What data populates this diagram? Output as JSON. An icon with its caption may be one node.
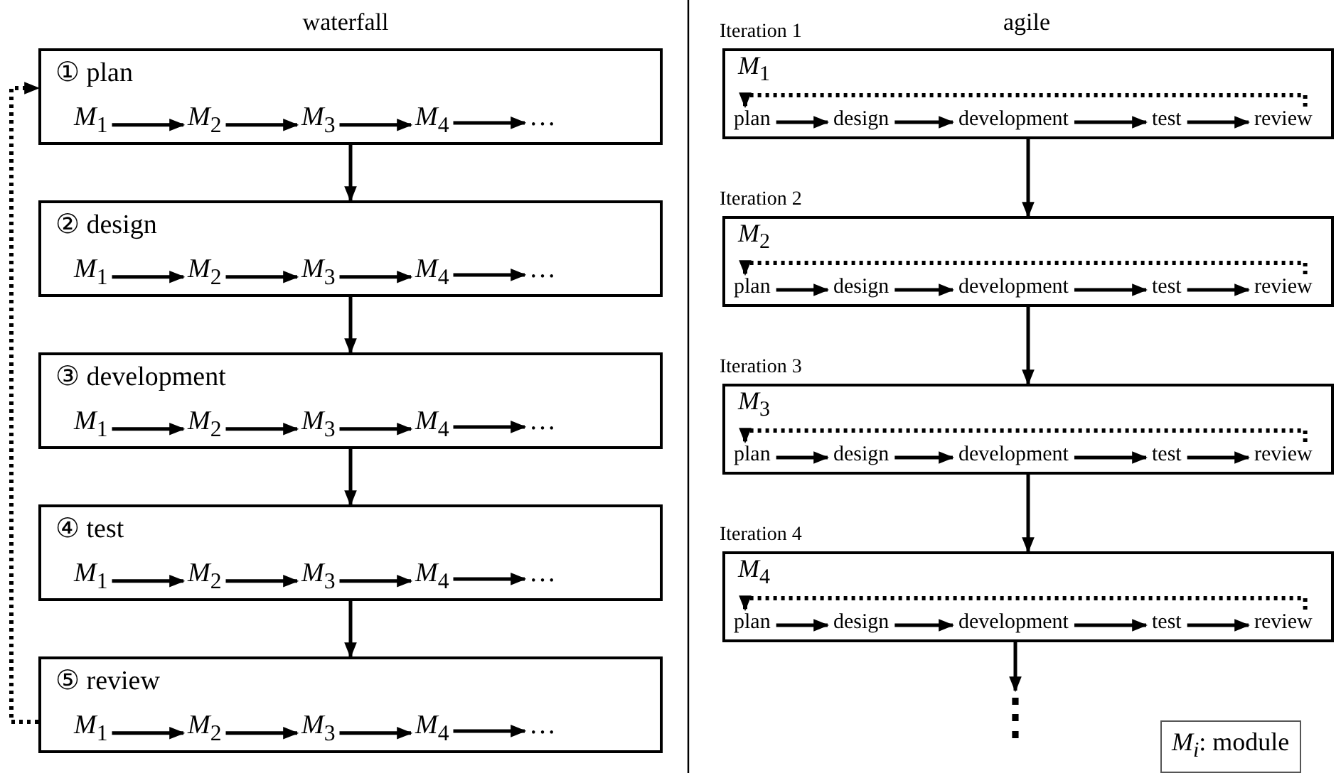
{
  "diagram": {
    "nodes": [
      {
        "text": [
          "① plan"
        ]
      },
      {
        "text": [
          "*M*$_{1}$"
        ],
        "in": 0
      },
      {
        "text": [
          "*M*$_{2}$"
        ],
        "in": 0
      },
      {
        "text": [
          "*M*$_{3}$"
        ],
        "in": 0
      },
      {
        "text": [
          "*M*$_{4}$"
        ],
        "in": 0
      },
      {
        "text": [
          "…"
        ],
        "in": 0
      },
      {
        "text": [
          "② design"
        ]
      },
      {
        "text": [
          "*M*$_{1}$"
        ],
        "in": 6
      },
      {
        "text": [
          "*M*$_{2}$"
        ],
        "in": 6
      },
      {
        "text": [
          "*M*$_{3}$"
        ],
        "in": 6
      },
      {
        "text": [
          "*M*$_{4}$"
        ],
        "in": 6
      },
      {
        "text": [
          "…"
        ],
        "in": 6
      },
      {
        "text": [
          "③ development"
        ]
      },
      {
        "text": [
          "*M*$_{1}$"
        ],
        "in": 12
      },
      {
        "text": [
          "*M*$_{2}$"
        ],
        "in": 12
      },
      {
        "text": [
          "*M*$_{3}$"
        ],
        "in": 12
      },
      {
        "text": [
          "*M*$_{4}$"
        ],
        "in": 12
      },
      {
        "text": [
          "…"
        ],
        "in": 12
      },
      {
        "text": [
          "④ test"
        ]
      },
      {
        "text": [
          "*M*$_{1}$"
        ],
        "in": 18
      },
      {
        "text": [
          "*M*$_{2}$"
        ],
        "in": 18
      },
      {
        "text": [
          "*M*$_{3}$"
        ],
        "in": 18
      },
      {
        "text": [
          "*M*$_{4}$"
        ],
        "in": 18
      },
      {
        "text": [
          "…"
        ],
        "in": 18
      },
      {
        "text": [
          "⑤ review"
        ]
      },
      {
        "text": [
          "*M*$_{1}$"
        ],
        "in": 24
      },
      {
        "text": [
          "*M*$_{2}$"
        ],
        "in": 24
      },
      {
        "text": [
          "*M*$_{3}$"
        ],
        "in": 24
      },
      {
        "text": [
          "*M*$_{4}$"
        ],
        "in": 24
      },
      {
        "text": [
          "…"
        ],
        "in": 24
      },
      {
        "text": [
          "Iteration 1",
          "*M*$_{1}$"
        ]
      },
      {
        "text": [
          "plan"
        ],
        "in": 30
      },
      {
        "text": [
          "design"
        ],
        "in": 30
      },
      {
        "text": [
          "development"
        ],
        "in": 30
      },
      {
        "text": [
          "test"
        ],
        "in": 30
      },
      {
        "text": [
          "review"
        ],
        "in": 30
      },
      {
        "text": [
          "Iteration 2",
          "*M*$_{2}$"
        ]
      },
      {
        "text": [
          "plan"
        ],
        "in": 36
      },
      {
        "text": [
          "design"
        ],
        "in": 36
      },
      {
        "text": [
          "development"
        ],
        "in": 36
      },
      {
        "text": [
          "test"
        ],
        "in": 36
      },
      {
        "text": [
          "review"
        ],
        "in": 36
      },
      {
        "text": [
          "Iteration 3",
          "*M*$_{3}$"
        ]
      },
      {
        "text": [
          "plan"
        ],
        "in": 42
      },
      {
        "text": [
          "design"
        ],
        "in": 42
      },
      {
        "text": [
          "development"
        ],
        "in": 42
      },
      {
        "text": [
          "test"
        ],
        "in": 42
      },
      {
        "text": [
          "review"
        ],
        "in": 42
      },
      {
        "text": [
          "Iteration 4",
          "*M*$_{4}$"
        ]
      },
      {
        "text": [
          "plan"
        ],
        "in": 48
      },
      {
        "text": [
          "design"
        ],
        "in": 48
      },
      {
        "text": [
          "development"
        ],
        "in": 48
      },
      {
        "text": [
          "test"
        ],
        "in": 48
      },
      {
        "text": [
          "review"
        ],
        "in": 48
      },
      {
        "text": [
          "⋮"
        ]
      },
      {
        "text": [
          "*M*$_{i}$: module"
        ]
      }
    ],
    "edges": [
      {
        "from": 1,
        "to": 2,
        "arrow": "to"
      },
      {
        "from": 2,
        "to": 3,
        "arrow": "to"
      },
      {
        "from": 3,
        "to": 4,
        "arrow": "to"
      },
      {
        "from": 4,
        "to": 5,
        "arrow": "to"
      },
      {
        "from": 7,
        "to": 8,
        "arrow": "to"
      },
      {
        "from": 8,
        "to": 9,
        "arrow": "to"
      },
      {
        "from": 9,
        "to": 10,
        "arrow": "to"
      },
      {
        "from": 10,
        "to": 11,
        "arrow": "to"
      },
      {
        "from": 13,
        "to": 14,
        "arrow": "to"
      },
      {
        "from": 14,
        "to": 15,
        "arrow": "to"
      },
      {
        "from": 15,
        "to": 16,
        "arrow": "to"
      },
      {
        "from": 16,
        "to": 17,
        "arrow": "to"
      },
      {
        "from": 19,
        "to": 20,
        "arrow": "to"
      },
      {
        "from": 20,
        "to": 21,
        "arrow": "to"
      },
      {
        "from": 21,
        "to": 22,
        "arrow": "to"
      },
      {
        "from": 22,
        "to": 23,
        "arrow": "to"
      },
      {
        "from": 25,
        "to": 26,
        "arrow": "to"
      },
      {
        "from": 26,
        "to": 27,
        "arrow": "to"
      },
      {
        "from": 27,
        "to": 28,
        "arrow": "to"
      },
      {
        "from": 28,
        "to": 29,
        "arrow": "to"
      },
      {
        "from": 0,
        "to": 6,
        "arrow": "to"
      },
      {
        "from": 6,
        "to": 12,
        "arrow": "to"
      },
      {
        "from": 12,
        "to": 18,
        "arrow": "to"
      },
      {
        "from": 18,
        "to": 24,
        "arrow": "to"
      },
      {
        "from": 24,
        "to": 0,
        "arrow": "to",
        "style": "dashed"
      },
      {
        "from": 31,
        "to": 32,
        "arrow": "to"
      },
      {
        "from": 32,
        "to": 33,
        "arrow": "to"
      },
      {
        "from": 33,
        "to": 34,
        "arrow": "to"
      },
      {
        "from": 34,
        "to": 35,
        "arrow": "to"
      },
      {
        "from": 35,
        "to": 31,
        "arrow": "to",
        "style": "dashed"
      },
      {
        "from": 37,
        "to": 38,
        "arrow": "to"
      },
      {
        "from": 38,
        "to": 39,
        "arrow": "to"
      },
      {
        "from": 39,
        "to": 40,
        "arrow": "to"
      },
      {
        "from": 40,
        "to": 41,
        "arrow": "to"
      },
      {
        "from": 41,
        "to": 37,
        "arrow": "to",
        "style": "dashed"
      },
      {
        "from": 43,
        "to": 44,
        "arrow": "to"
      },
      {
        "from": 44,
        "to": 45,
        "arrow": "to"
      },
      {
        "from": 45,
        "to": 46,
        "arrow": "to"
      },
      {
        "from": 46,
        "to": 47,
        "arrow": "to"
      },
      {
        "from": 47,
        "to": 43,
        "arrow": "to",
        "style": "dashed"
      },
      {
        "from": 49,
        "to": 50,
        "arrow": "to"
      },
      {
        "from": 50,
        "to": 51,
        "arrow": "to"
      },
      {
        "from": 51,
        "to": 52,
        "arrow": "to"
      },
      {
        "from": 52,
        "to": 53,
        "arrow": "to"
      },
      {
        "from": 53,
        "to": 49,
        "arrow": "to",
        "style": "dashed"
      },
      {
        "from": 30,
        "to": 36,
        "arrow": "to"
      },
      {
        "from": 36,
        "to": 42,
        "arrow": "to"
      },
      {
        "from": 42,
        "to": 48,
        "arrow": "to"
      },
      {
        "from": 48,
        "to": 54,
        "arrow": "to"
      }
    ],
    "labels": [
      "waterfall",
      "agile"
    ]
  }
}
